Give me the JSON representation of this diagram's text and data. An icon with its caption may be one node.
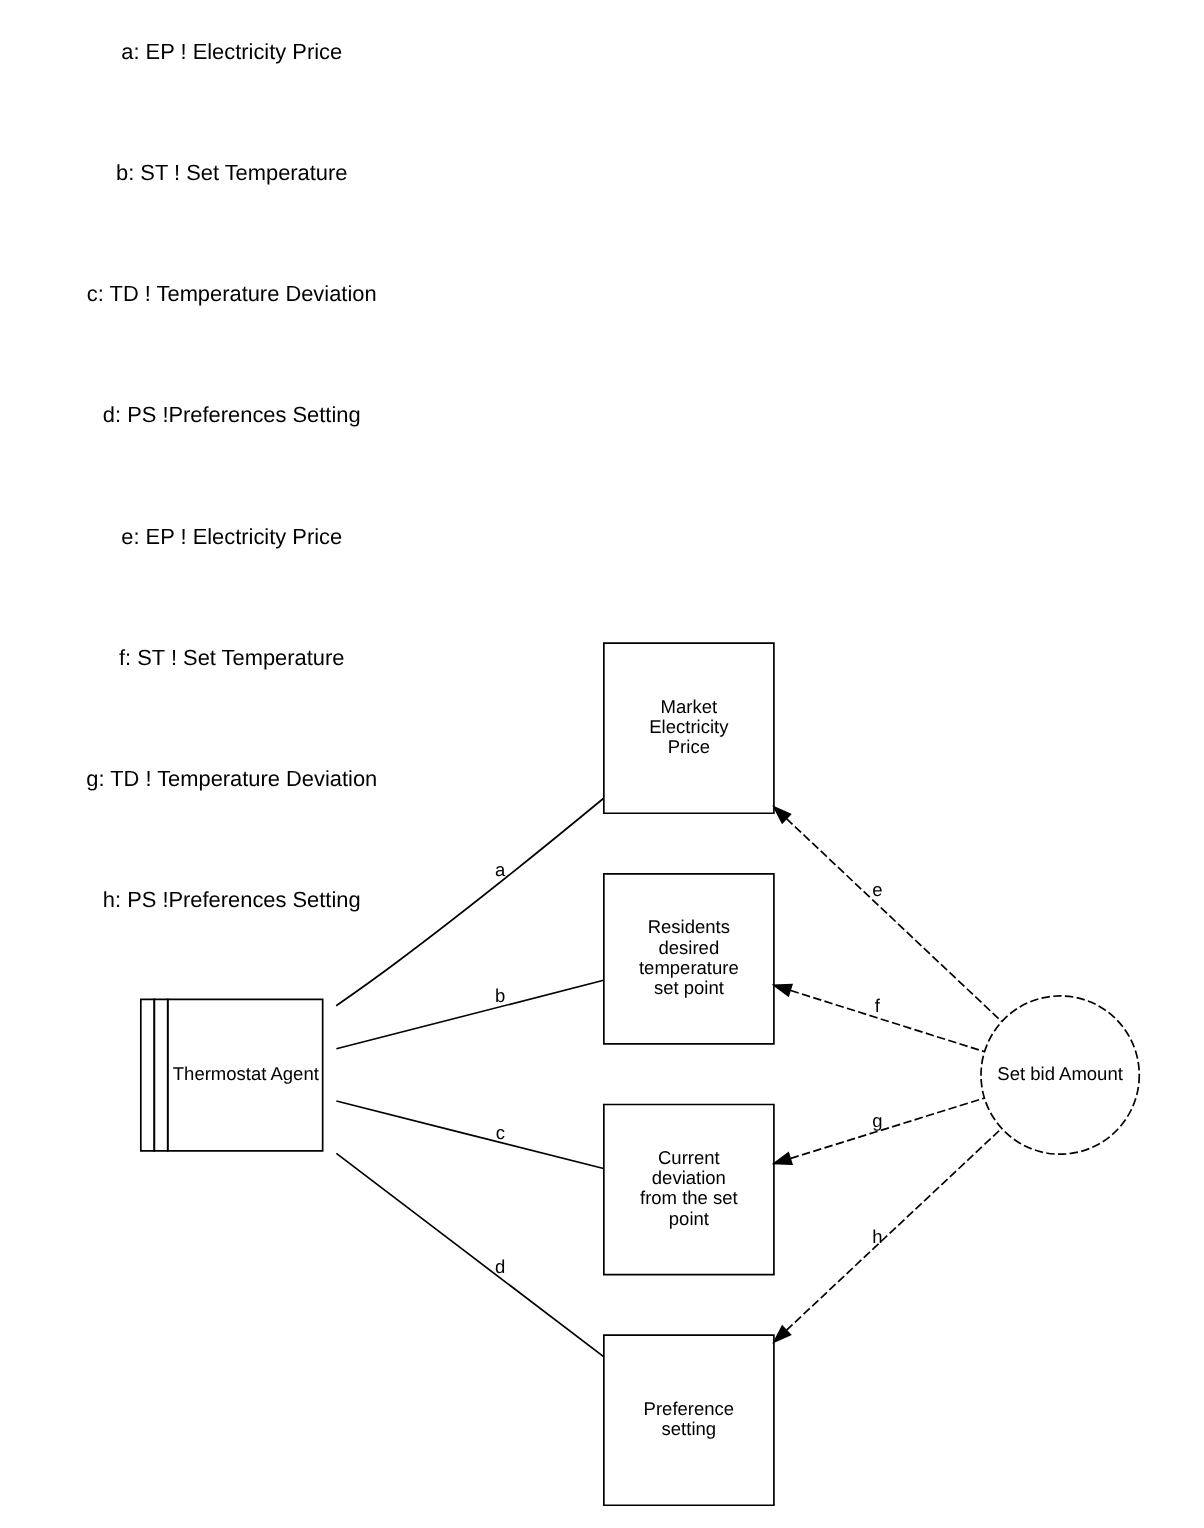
{
  "diagram": {
    "nodes": [
      {
        "text": [
          "Thermostat Agent"
        ]
      },
      {
        "text": [
          "Market Electricity Price"
        ]
      },
      {
        "text": [
          "Residents desired temperature set point"
        ]
      },
      {
        "text": [
          "Current deviation from the set point"
        ]
      },
      {
        "text": [
          "Preference setting"
        ]
      },
      {
        "text": [
          "Set bid Amount"
        ]
      }
    ],
    "edges": [
      {
        "from": 0,
        "to": 1,
        "arrow": "none",
        "label": "a"
      },
      {
        "from": 0,
        "to": 2,
        "arrow": "none",
        "label": "b"
      },
      {
        "from": 0,
        "to": 3,
        "arrow": "none",
        "label": "c"
      },
      {
        "from": 0,
        "to": 4,
        "arrow": "none",
        "label": "d"
      },
      {
        "from": 5,
        "to": 1,
        "arrow": "to",
        "label": "e",
        "style": "dashed"
      },
      {
        "from": 5,
        "to": 2,
        "arrow": "to",
        "label": "f",
        "style": "dashed"
      },
      {
        "from": 5,
        "to": 3,
        "arrow": "to",
        "label": "g",
        "style": "dashed"
      },
      {
        "from": 5,
        "to": 4,
        "arrow": "to",
        "label": "h",
        "style": "dashed"
      }
    ],
    "labels": [
      "a: EP ! Electricity Price",
      "b: ST ! Set Temperature",
      "c: TD ! Temperature Deviation",
      "d: PS !Preferences Setting",
      "e: EP ! Electricity Price",
      "f: ST ! Set Temperature",
      "g: TD ! Temperature Deviation",
      "h: PS !Preferences Setting"
    ]
  }
}
